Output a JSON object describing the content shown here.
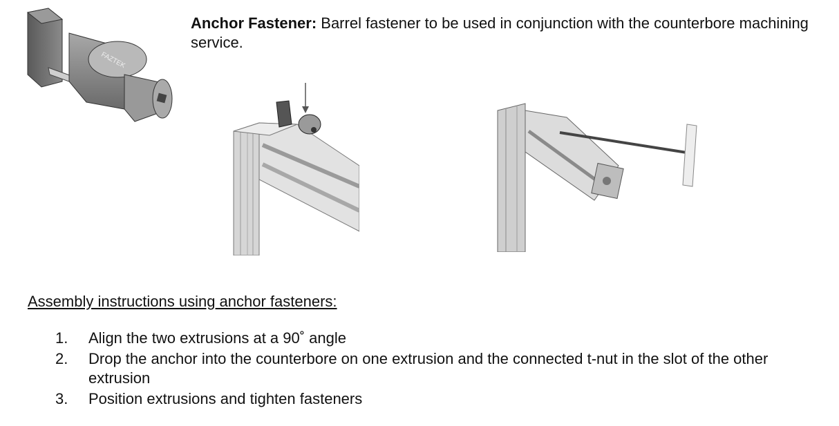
{
  "intro": {
    "title": "Anchor Fastener:",
    "body": " Barrel fastener to be used in conjunction with the counterbore machining service."
  },
  "figures": {
    "fastener_stamp": "FAZTEK"
  },
  "instructions": {
    "heading": "Assembly instructions using anchor fasteners:",
    "steps": [
      {
        "number": "1.",
        "text": "Align the two extrusions at a 90˚ angle"
      },
      {
        "number": "2.",
        "text": "Drop the anchor into the counterbore on one extrusion and the connected t-nut in the slot of the other extrusion"
      },
      {
        "number": "3.",
        "text": "Position extrusions and tighten fasteners"
      }
    ]
  }
}
